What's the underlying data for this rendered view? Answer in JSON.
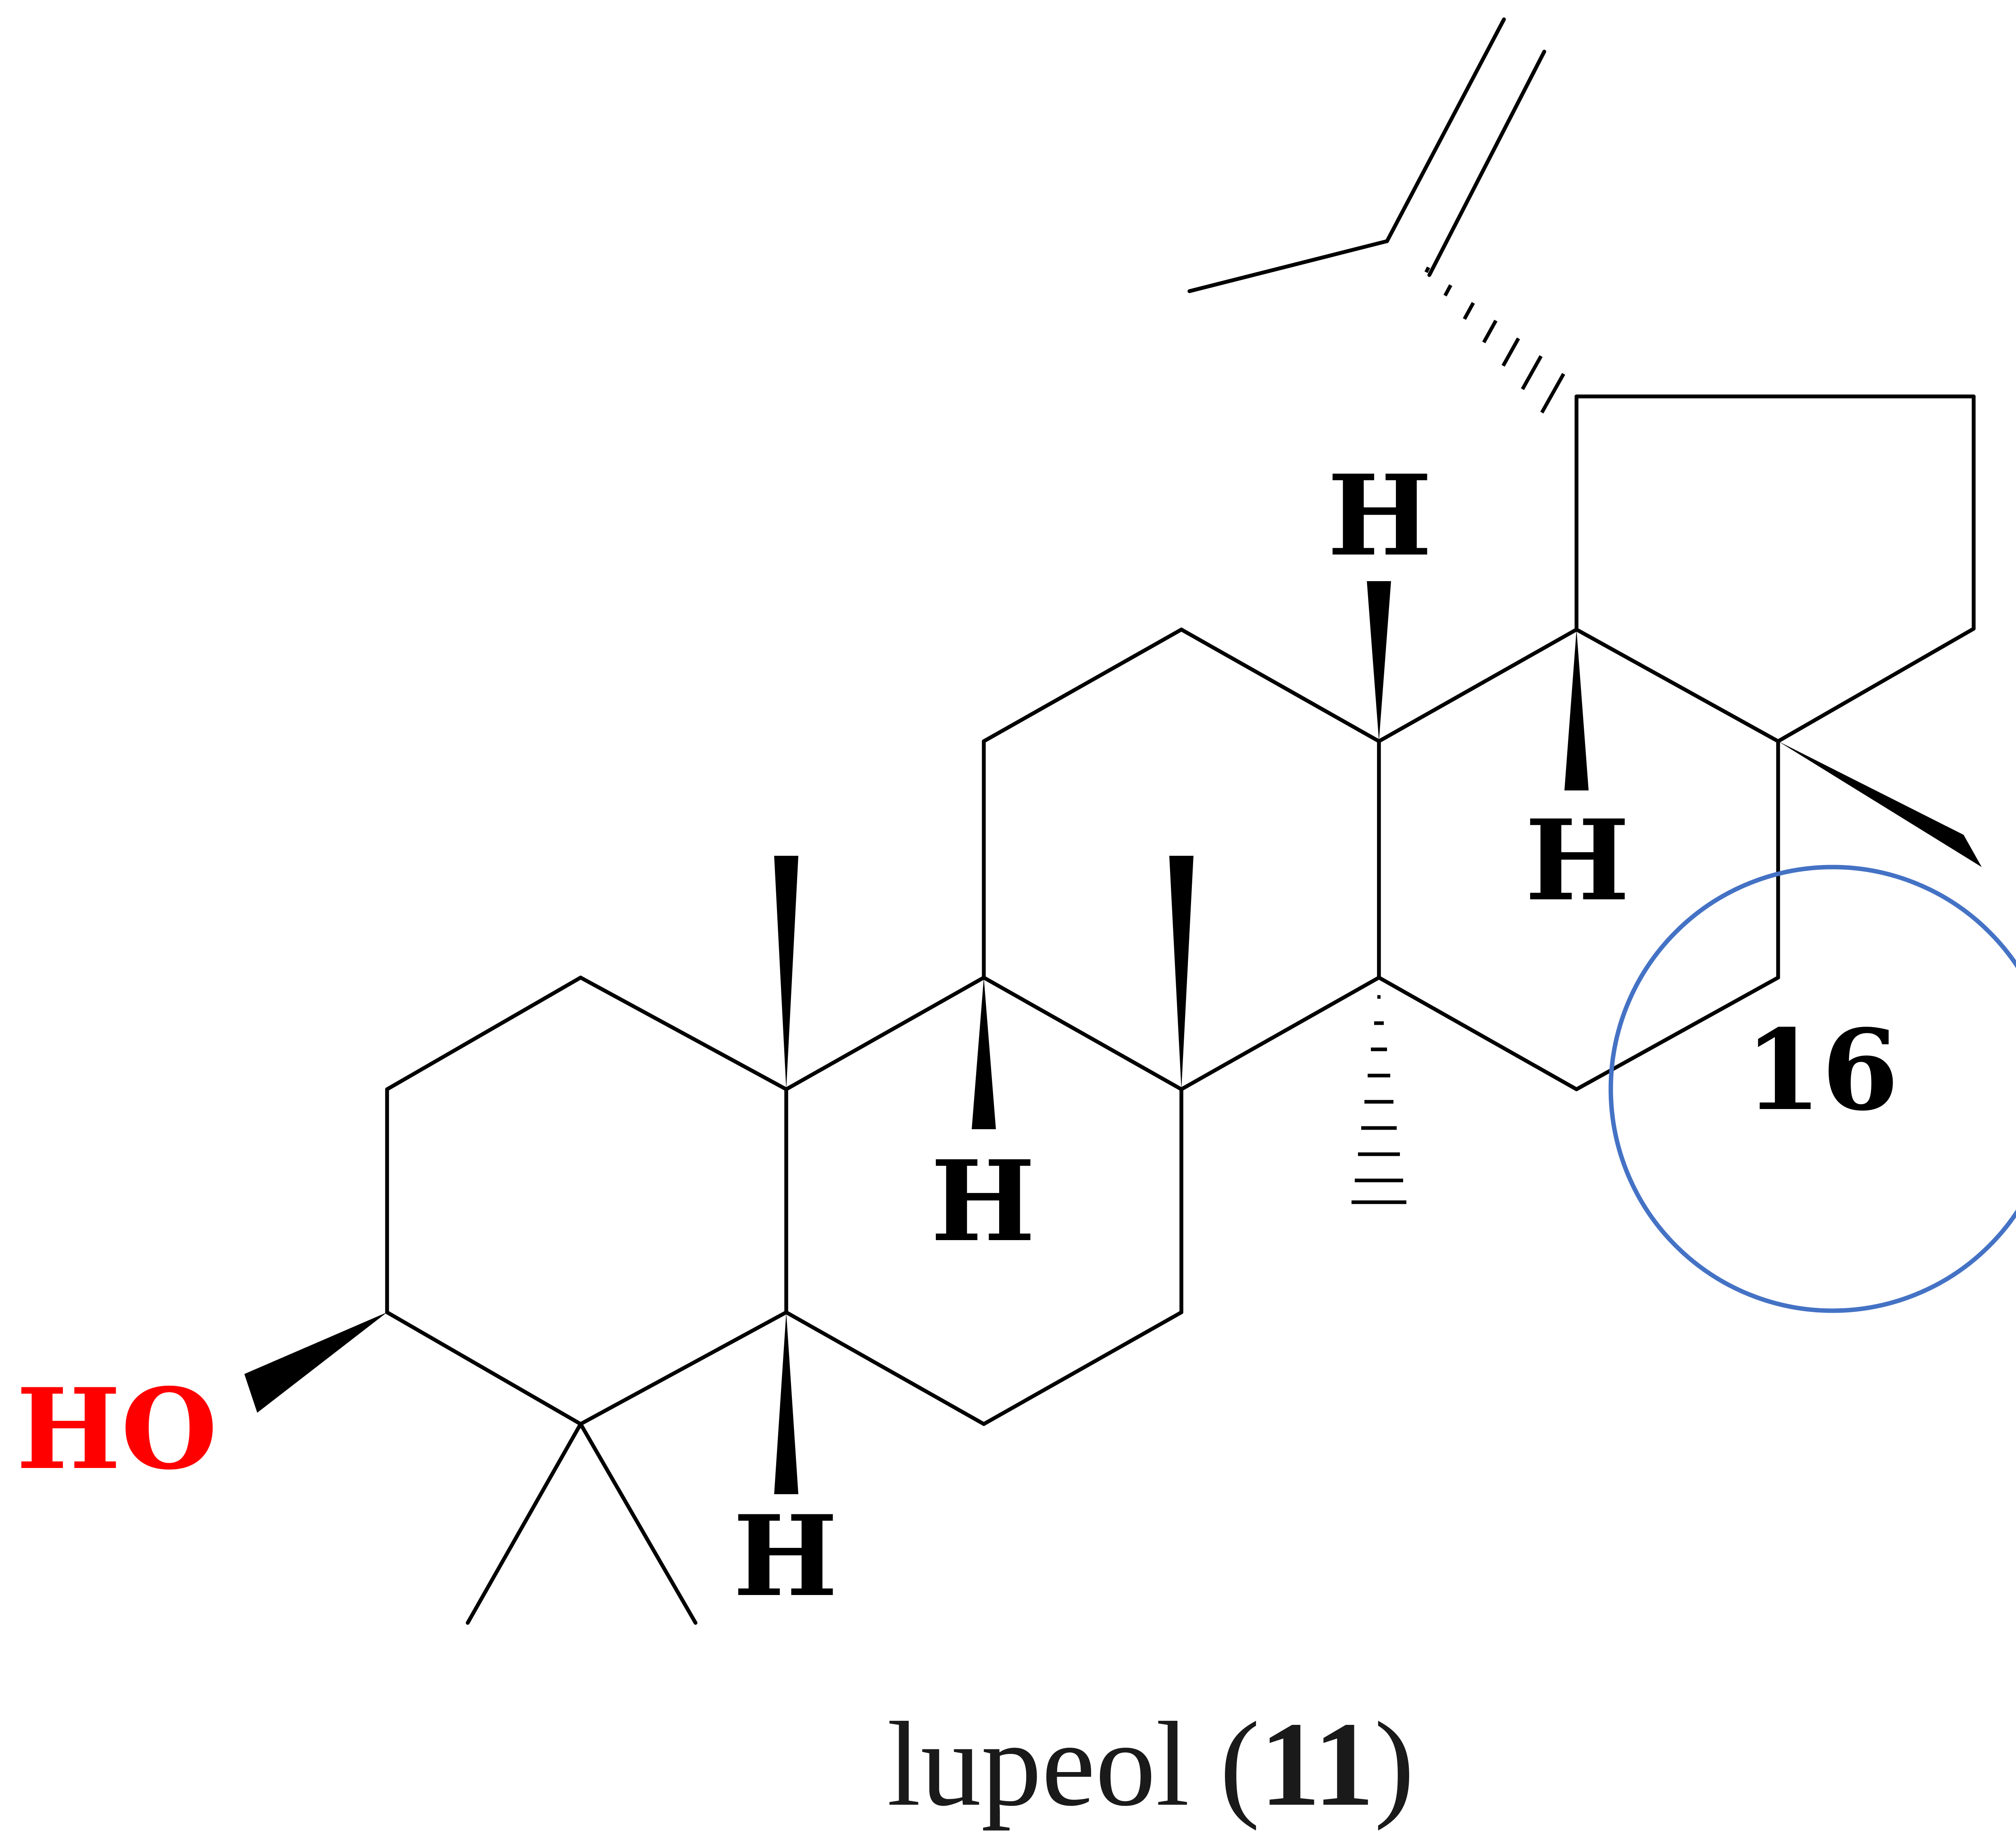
{
  "molecule": {
    "name": "lupeol",
    "compound_number": "11",
    "hydroxyl_label": "HO",
    "hydrogen_label": "H",
    "highlighted_position_label": "16"
  },
  "colors": {
    "bonds": "#000000",
    "hydroxyl": "#ff0000",
    "highlight_circle": "#4472c4",
    "caption": "#1a1a1a"
  }
}
